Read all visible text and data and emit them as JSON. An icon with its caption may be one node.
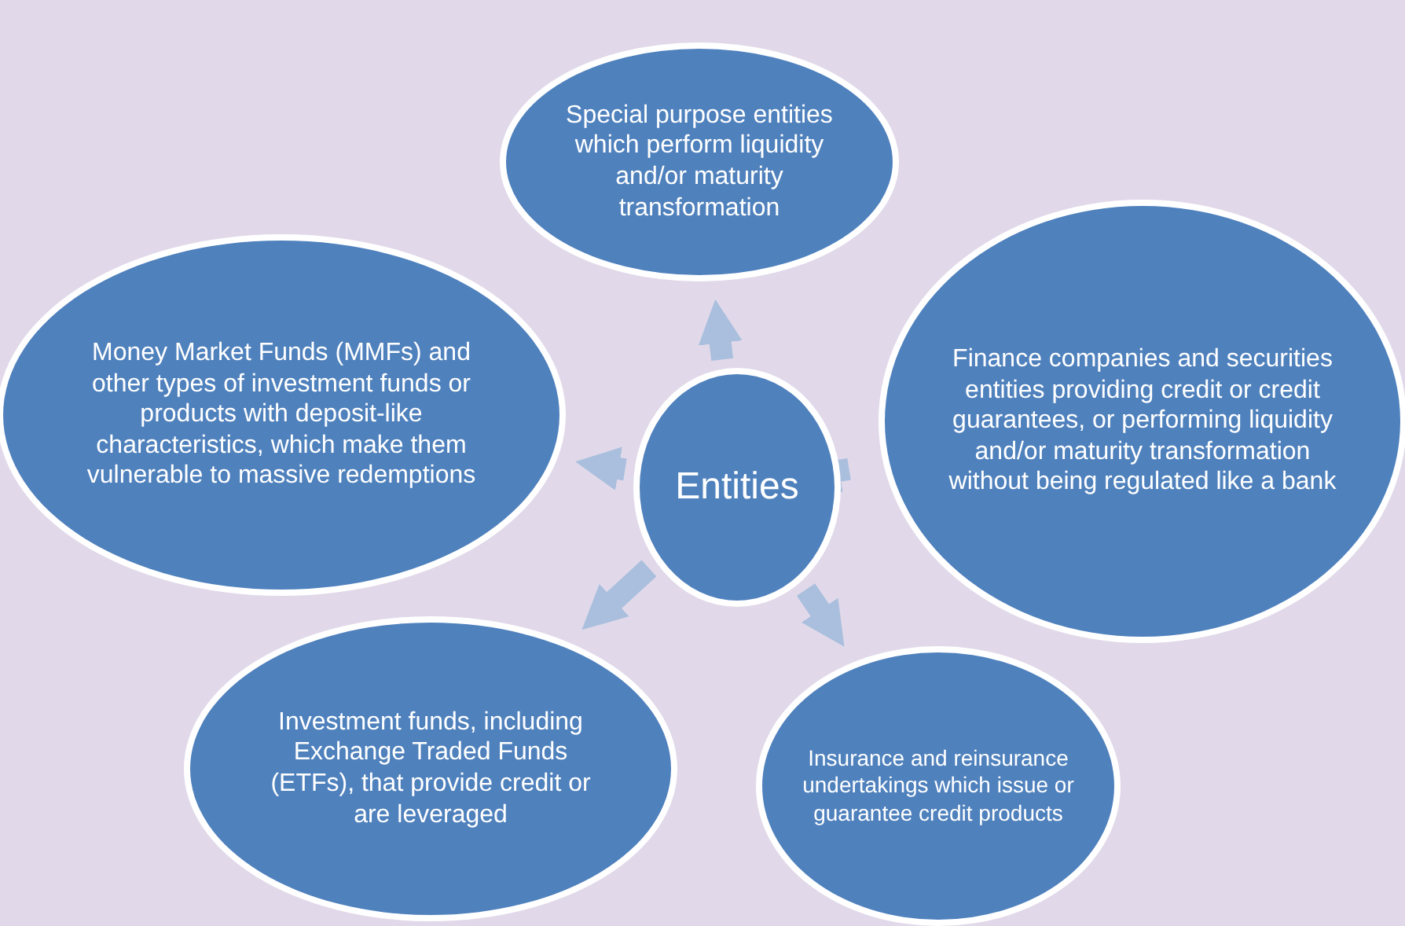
{
  "diagram": {
    "nodes": [
      {
        "text": [
          "Special purpose entities which perform liquidity and/or maturity transformation"
        ]
      },
      {
        "text": [
          "Money Market Funds (MMFs) and other types of investment funds or products with deposit-like characteristics, which make them vulnerable to massive redemptions"
        ]
      },
      {
        "text": [
          "Entities"
        ]
      },
      {
        "text": [
          "Finance companies and securities entities providing credit or credit guarantees, or performing liquidity and/or maturity transformation without being regulated like a bank"
        ]
      },
      {
        "text": [
          "Investment funds, including Exchange Traded Funds (ETFs), that provide credit or are leveraged"
        ]
      },
      {
        "text": [
          "Insurance and reinsurance undertakings which issue or guarantee credit products"
        ]
      }
    ],
    "edges": [
      {
        "from": 2,
        "to": 0,
        "arrow": "to"
      },
      {
        "from": 2,
        "to": 1,
        "arrow": "to"
      },
      {
        "from": 2,
        "to": 3,
        "arrow": "to"
      },
      {
        "from": 2,
        "to": 4,
        "arrow": "to"
      },
      {
        "from": 2,
        "to": 5,
        "arrow": "to"
      }
    ]
  }
}
